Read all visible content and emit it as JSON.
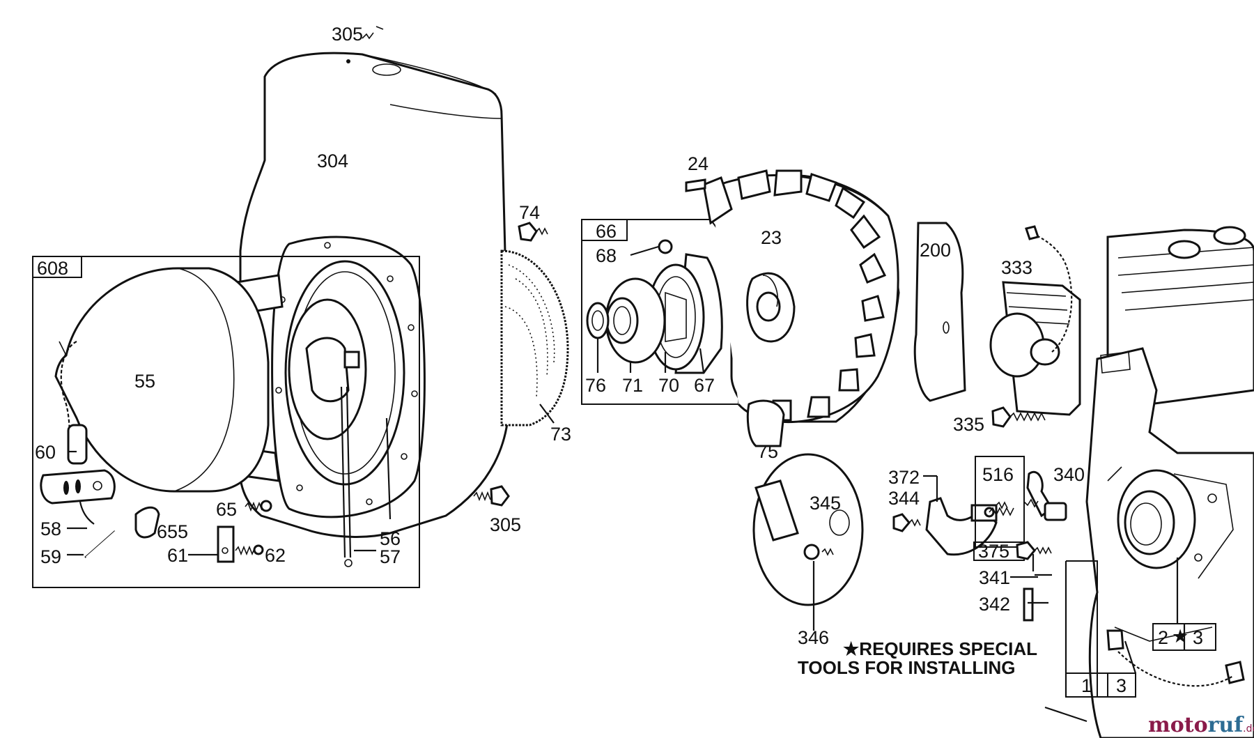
{
  "diagram": {
    "labels": {
      "p305_top": "305",
      "p304": "304",
      "p608": "608",
      "p55": "55",
      "p60": "60",
      "p58": "58",
      "p59": "59",
      "p655": "655",
      "p61": "61",
      "p62": "62",
      "p65": "65",
      "p56": "56",
      "p57": "57",
      "p305_bottom": "305",
      "p74": "74",
      "p73": "73",
      "p66": "66",
      "p68": "68",
      "p76": "76",
      "p71": "71",
      "p70": "70",
      "p67": "67",
      "p24": "24",
      "p23": "23",
      "p75": "75",
      "p200": "200",
      "p333": "333",
      "p335": "335",
      "p372": "372",
      "p344": "344",
      "p516": "516",
      "p340": "340",
      "p345": "345",
      "p375": "375",
      "p341": "341",
      "p342": "342",
      "p346": "346",
      "p2": "2",
      "p3a": "3",
      "p1": "1",
      "p3b": "3"
    },
    "note_line1": "★REQUIRES SPECIAL",
    "note_line2": "TOOLS FOR INSTALLING",
    "watermark": {
      "part1": "moto",
      "part2": "ruf",
      "suffix": ".de"
    }
  }
}
